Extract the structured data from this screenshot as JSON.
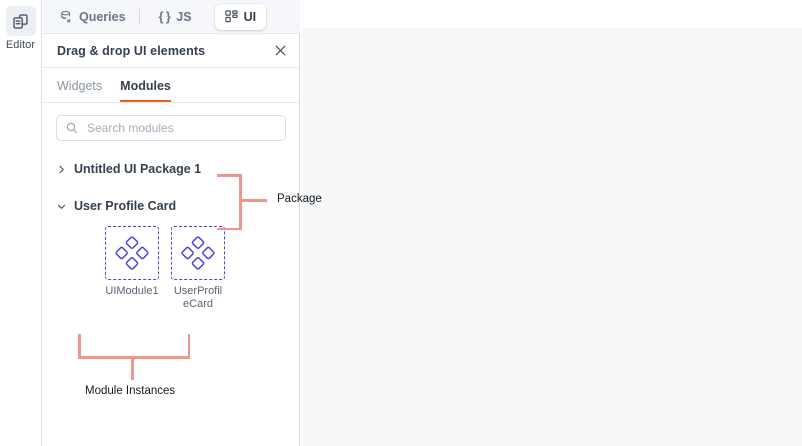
{
  "rail": {
    "items": [
      {
        "label": "Editor",
        "icon": "pages-stack-icon",
        "active": true
      }
    ]
  },
  "top_bar": {
    "tabs": [
      {
        "label": "Queries",
        "icon": "database-query-icon",
        "active": false
      },
      {
        "label": "JS",
        "icon": "curly-braces-icon",
        "active": false
      },
      {
        "label": "UI",
        "icon": "ui-grid-icon",
        "active": true
      }
    ],
    "js_prefix": "{ }"
  },
  "panel": {
    "title": "Drag & drop UI elements",
    "close_icon": "close-icon",
    "tabs": [
      {
        "label": "Widgets",
        "active": false
      },
      {
        "label": "Modules",
        "active": true
      }
    ],
    "search": {
      "placeholder": "Search modules",
      "value": "",
      "icon": "search-icon"
    },
    "tree": [
      {
        "label": "Untitled UI Package 1",
        "expanded": false,
        "chevron": "chevron-right-icon"
      },
      {
        "label": "User Profile Card",
        "expanded": true,
        "chevron": "chevron-down-icon"
      }
    ],
    "modules": [
      {
        "label": "UIModule1",
        "icon": "module-diamonds-icon"
      },
      {
        "label": "UserProfileCard",
        "icon": "module-diamonds-icon"
      }
    ]
  },
  "annotations": {
    "package_label": "Package",
    "module_instances_label": "Module Instances"
  },
  "colors": {
    "accent_orange": "#e8601c",
    "module_purple": "#4e45d6",
    "annotation_salmon": "#f0968c",
    "canvas_bg": "#f7f8fa",
    "topbar_bg": "#f5f7fa",
    "text_primary": "#36404e",
    "text_muted": "#8b94a3"
  }
}
